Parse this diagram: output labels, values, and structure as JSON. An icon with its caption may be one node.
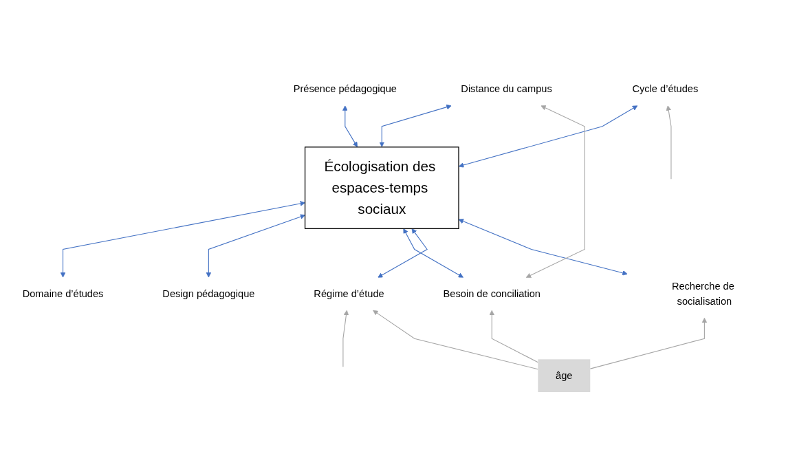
{
  "diagram": {
    "nodes": [
      {
        "text": [
          "Présence pédagogique"
        ]
      },
      {
        "text": [
          "Distance du campus"
        ]
      },
      {
        "text": [
          "Cycle d’études"
        ]
      },
      {
        "text": [
          "Écologisation des espaces-temps sociaux"
        ]
      },
      {
        "text": [
          "Domaine d’études"
        ]
      },
      {
        "text": [
          "Design pédagogique"
        ]
      },
      {
        "text": [
          "Besoin de conciliation"
        ]
      },
      {
        "text": [
          "Régime d’étude"
        ]
      },
      {
        "text": [
          "Recherche de socialisation"
        ]
      },
      {
        "text": [
          "âge"
        ]
      }
    ],
    "edges": [
      {
        "from": 3,
        "to": 0,
        "arrow": "both"
      },
      {
        "from": 3,
        "to": 1,
        "arrow": "both"
      },
      {
        "from": 3,
        "to": 2,
        "arrow": "both"
      },
      {
        "from": 4,
        "to": 3,
        "arrow": "both"
      },
      {
        "from": 5,
        "to": 3,
        "arrow": "both"
      },
      {
        "from": 6,
        "to": 3,
        "arrow": "both"
      },
      {
        "from": 7,
        "to": 3,
        "arrow": "both"
      },
      {
        "from": 8,
        "to": 3,
        "arrow": "both"
      },
      {
        "from": 6,
        "to": 1,
        "arrow": "both",
        "color": "#a6a6a6"
      },
      {
        "from": null,
        "to": 2,
        "arrow": "to",
        "color": "#a6a6a6"
      },
      {
        "from": null,
        "to": 7,
        "arrow": "to",
        "color": "#a6a6a6"
      },
      {
        "from": 9,
        "to": 6,
        "arrow": "to",
        "color": "#a6a6a6"
      },
      {
        "from": 9,
        "to": 8,
        "arrow": "to",
        "color": "#a6a6a6"
      },
      {
        "from": 9,
        "to": 7,
        "arrow": "to",
        "color": "#a6a6a6"
      }
    ]
  }
}
